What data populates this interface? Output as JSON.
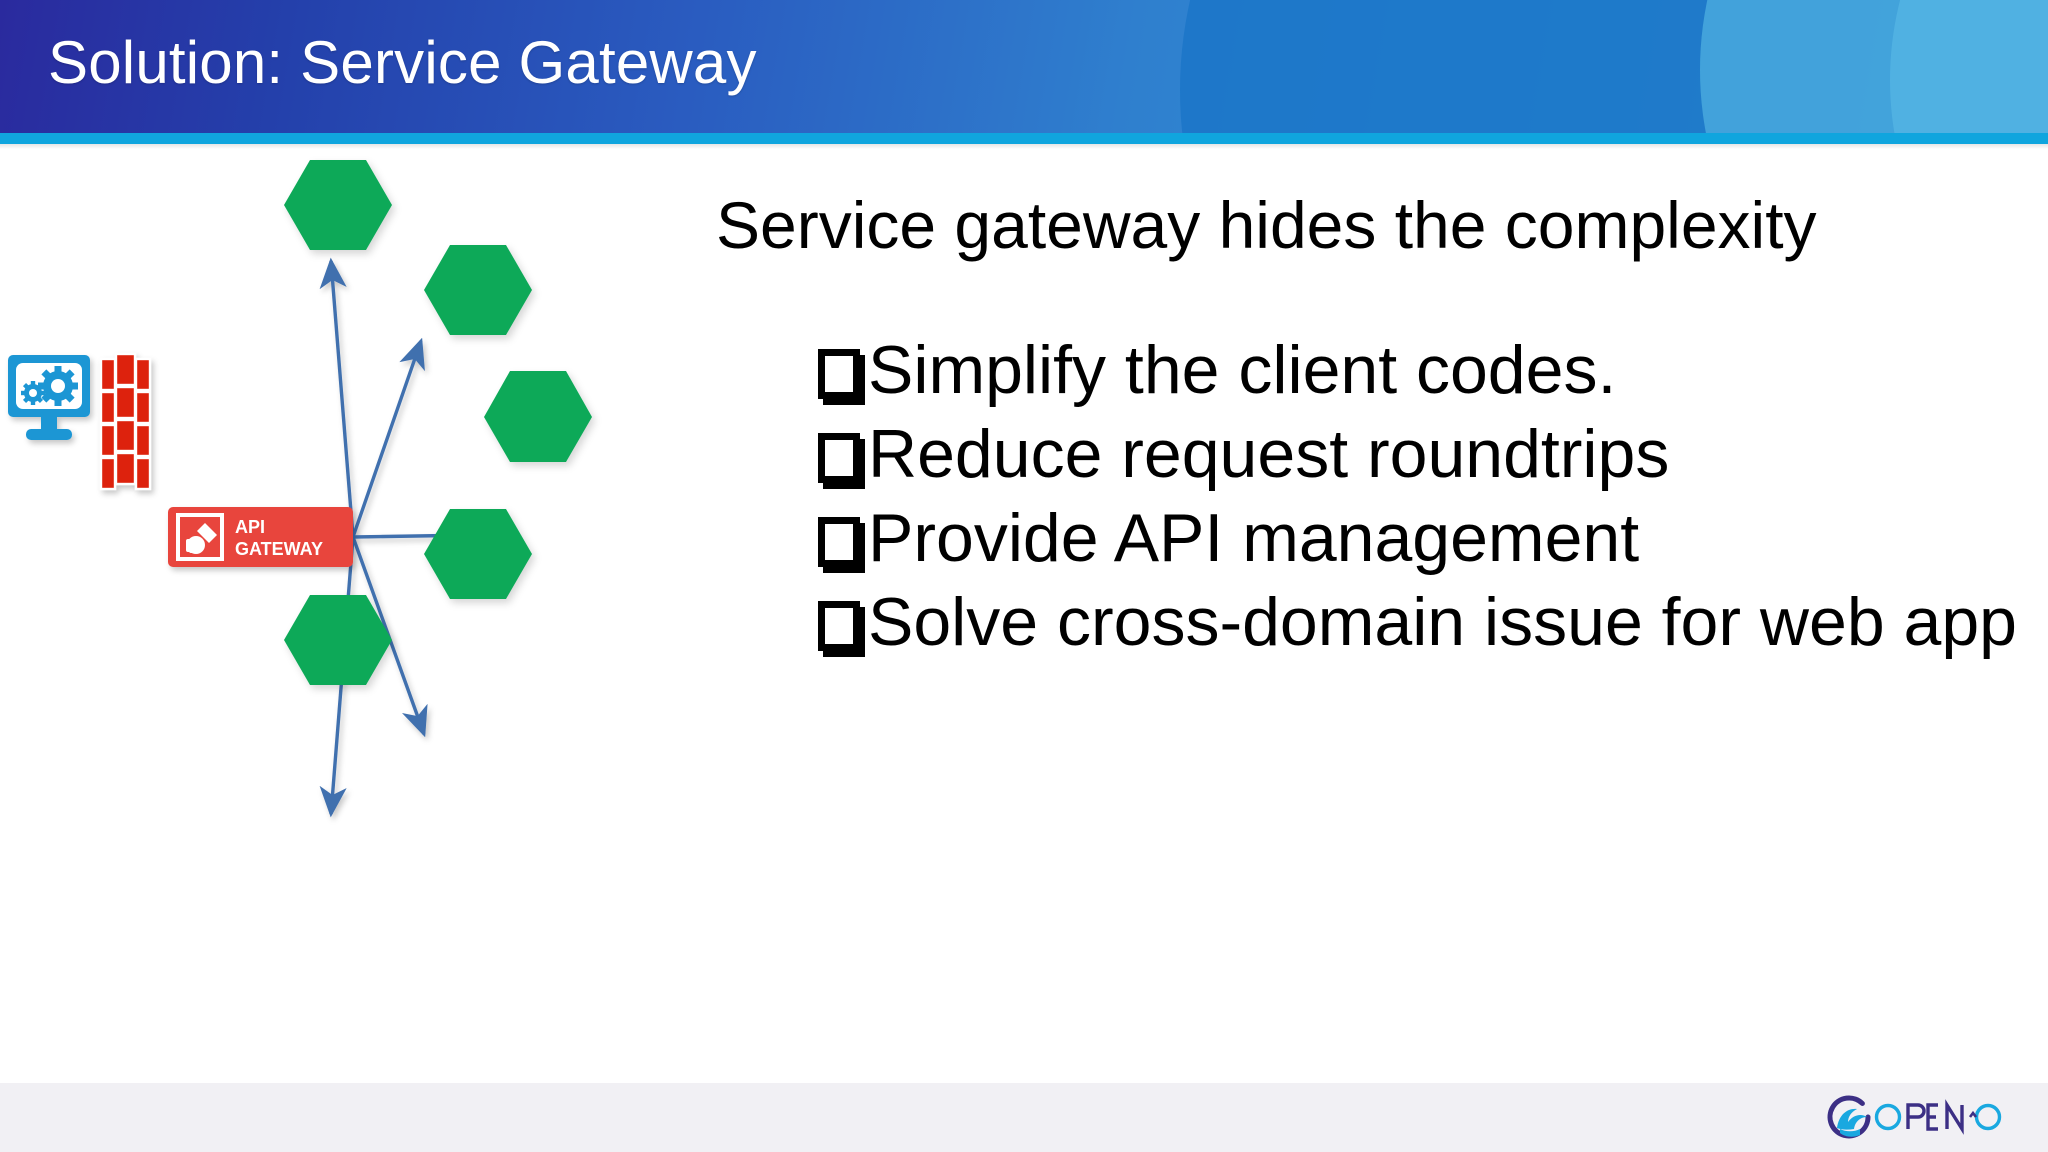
{
  "slide": {
    "title": "Solution: Service Gateway",
    "lead_line": "Service gateway hides the complexity",
    "bullets": [
      "Simplify the client codes.",
      "Reduce request roundtrips",
      "Provide API management",
      "Solve cross-domain issue for web app"
    ]
  },
  "diagram": {
    "client_icon": "monitor-gears-icon",
    "firewall_icon": "brick-firewall-icon",
    "gateway": {
      "icon": "api-plug-icon",
      "label_line1": "API",
      "label_line2": "GATEWAY"
    },
    "services": [
      {
        "name": "service-hexagon-1"
      },
      {
        "name": "service-hexagon-2"
      },
      {
        "name": "service-hexagon-3"
      },
      {
        "name": "service-hexagon-4"
      },
      {
        "name": "service-hexagon-5"
      }
    ],
    "arrow_count": 5
  },
  "footer": {
    "logo_text_open": "OPEN",
    "logo_text_dot": "·",
    "logo_text_o": "O",
    "logo_name": "open-o-logo"
  },
  "colors": {
    "header_dark_blue": "#2a2a9e",
    "header_light_blue": "#46a6dd",
    "accent_cyan": "#10a5de",
    "hexagon_green": "#0fa958",
    "gateway_red": "#e8453c",
    "firewall_red": "#dd2209",
    "client_blue": "#1c96d4",
    "arrow_blue": "#39679f",
    "footer_gray": "#f1f0f4",
    "logo_purple": "#3c2f85",
    "logo_cyan": "#19a8e0"
  }
}
